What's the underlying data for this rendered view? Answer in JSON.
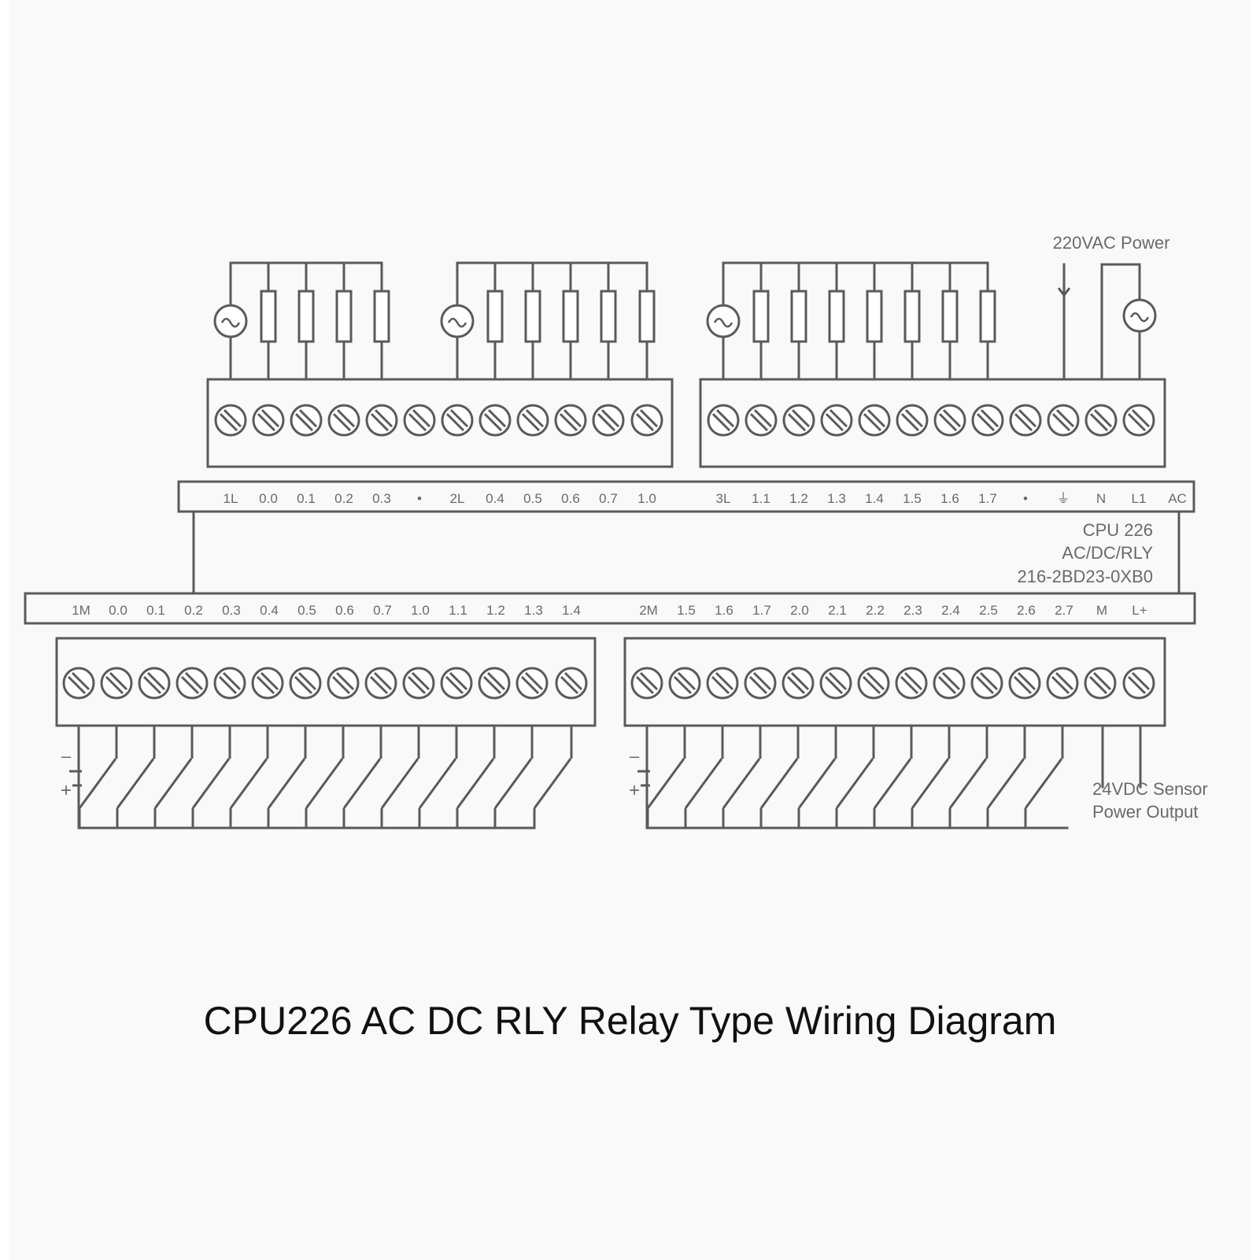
{
  "caption": "CPU226 AC DC RLY Relay Type Wiring Diagram",
  "power_label": "220VAC Power",
  "sensor_label": [
    "24VDC Sensor",
    "Power Output"
  ],
  "model": {
    "name": "CPU 226",
    "type": "AC/DC/RLY",
    "part_number": "216-2BD23-0XB0"
  },
  "output_strip_labels": [
    "1L",
    "0.0",
    "0.1",
    "0.2",
    "0.3",
    "•",
    "2L",
    "0.4",
    "0.5",
    "0.6",
    "0.7",
    "1.0",
    "3L",
    "1.1",
    "1.2",
    "1.3",
    "1.4",
    "1.5",
    "1.6",
    "1.7",
    "•",
    "⏚",
    "N",
    "L1",
    "AC"
  ],
  "input_strip_labels": [
    "1M",
    "0.0",
    "0.1",
    "0.2",
    "0.3",
    "0.4",
    "0.5",
    "0.6",
    "0.7",
    "1.0",
    "1.1",
    "1.2",
    "1.3",
    "1.4",
    "2M",
    "1.5",
    "1.6",
    "1.7",
    "2.0",
    "2.1",
    "2.2",
    "2.3",
    "2.4",
    "2.5",
    "2.6",
    "2.7",
    "M",
    "L+"
  ],
  "colors": {
    "line": "#5a5a5a",
    "caption": "#111111",
    "background": "#f9f9f9"
  },
  "icons": {
    "ac_source": "ac-source-icon",
    "load": "load-resistor-icon",
    "screw": "screw-terminal-icon",
    "switch": "switch-contact-icon",
    "dc_source": "dc-source-icon",
    "ground": "ground-icon"
  }
}
